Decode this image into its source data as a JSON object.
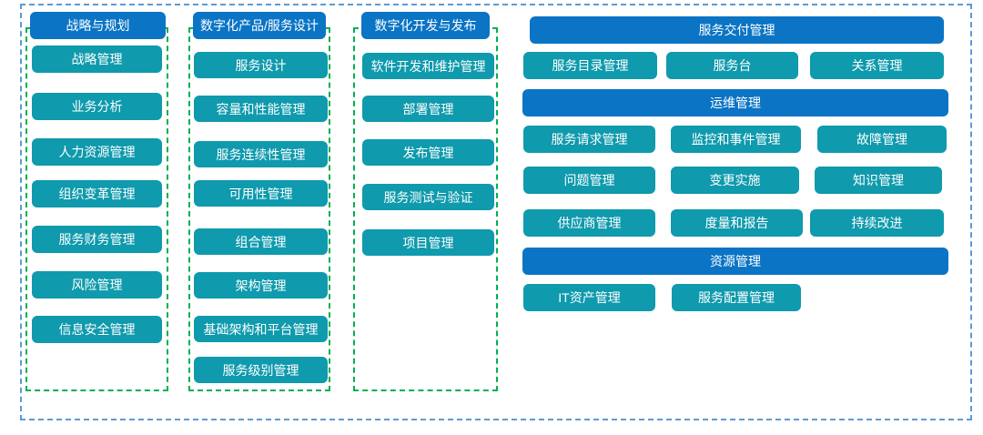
{
  "diagram": {
    "columns": [
      {
        "header": "战略与规划",
        "items": [
          "战略管理",
          "业务分析",
          "人力资源管理",
          "组织变革管理",
          "服务财务管理",
          "风险管理",
          "信息安全管理"
        ]
      },
      {
        "header": "数字化产品/服务设计",
        "items": [
          "服务设计",
          "容量和性能管理",
          "服务连续性管理",
          "可用性管理",
          "组合管理",
          "架构管理",
          "基础架构和平台管理",
          "服务级别管理"
        ]
      },
      {
        "header": "数字化开发与发布",
        "items": [
          "软件开发和维护管理",
          "部署管理",
          "发布管理",
          "服务测试与验证",
          "项目管理"
        ]
      }
    ],
    "sections": [
      {
        "header": "服务交付管理",
        "rows": [
          [
            "服务目录管理",
            "服务台",
            "关系管理"
          ]
        ]
      },
      {
        "header": "运维管理",
        "rows": [
          [
            "服务请求管理",
            "监控和事件管理",
            "故障管理"
          ],
          [
            "问题管理",
            "变更实施",
            "知识管理"
          ],
          [
            "供应商管理",
            "度量和报告",
            "持续改进"
          ]
        ]
      },
      {
        "header": "资源管理",
        "rows": [
          [
            "IT资产管理",
            "服务配置管理"
          ]
        ]
      }
    ],
    "colors": {
      "header_blue": "#0B74C5",
      "item_teal": "#0F9AAD",
      "outer_border_blue": "#5B9BD5",
      "column_border_green": "#00B050",
      "text": "#FFFFFF"
    }
  }
}
